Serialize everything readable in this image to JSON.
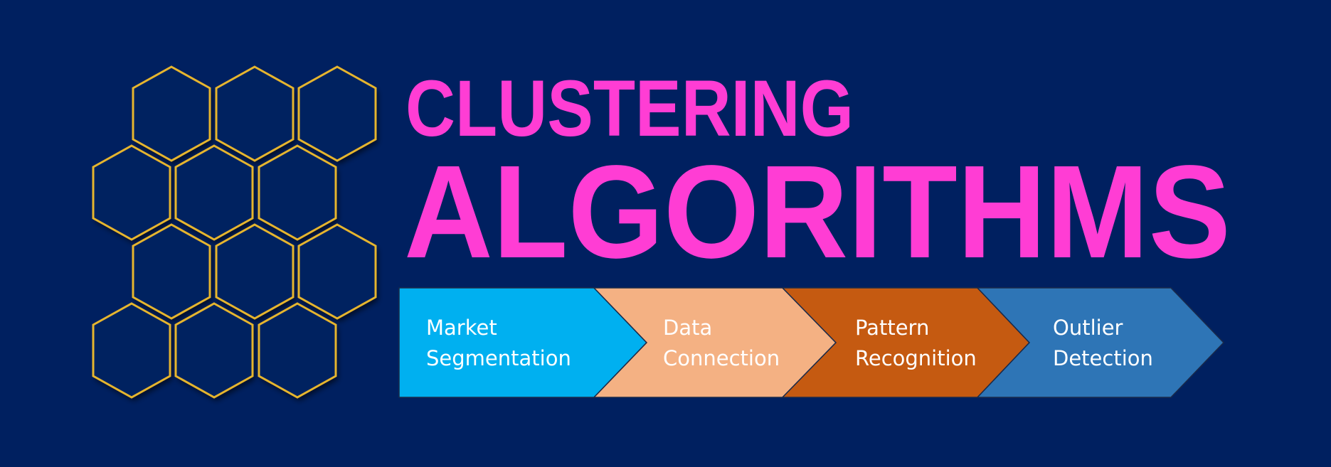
{
  "title": {
    "line1": "CLUSTERING",
    "line2": "ALGORITHMS"
  },
  "colors": {
    "background": "#002060",
    "title": "#ff3dd4",
    "hex_border": "#e6b52e"
  },
  "process_steps": [
    {
      "line1": "Market",
      "line2": "Segmentation",
      "color": "#00b0f0"
    },
    {
      "line1": "Data",
      "line2": "Connection",
      "color": "#f4b183"
    },
    {
      "line1": "Pattern",
      "line2": "Recognition",
      "color": "#c55a11"
    },
    {
      "line1": "Outlier",
      "line2": "Detection",
      "color": "#2e75b6"
    }
  ]
}
